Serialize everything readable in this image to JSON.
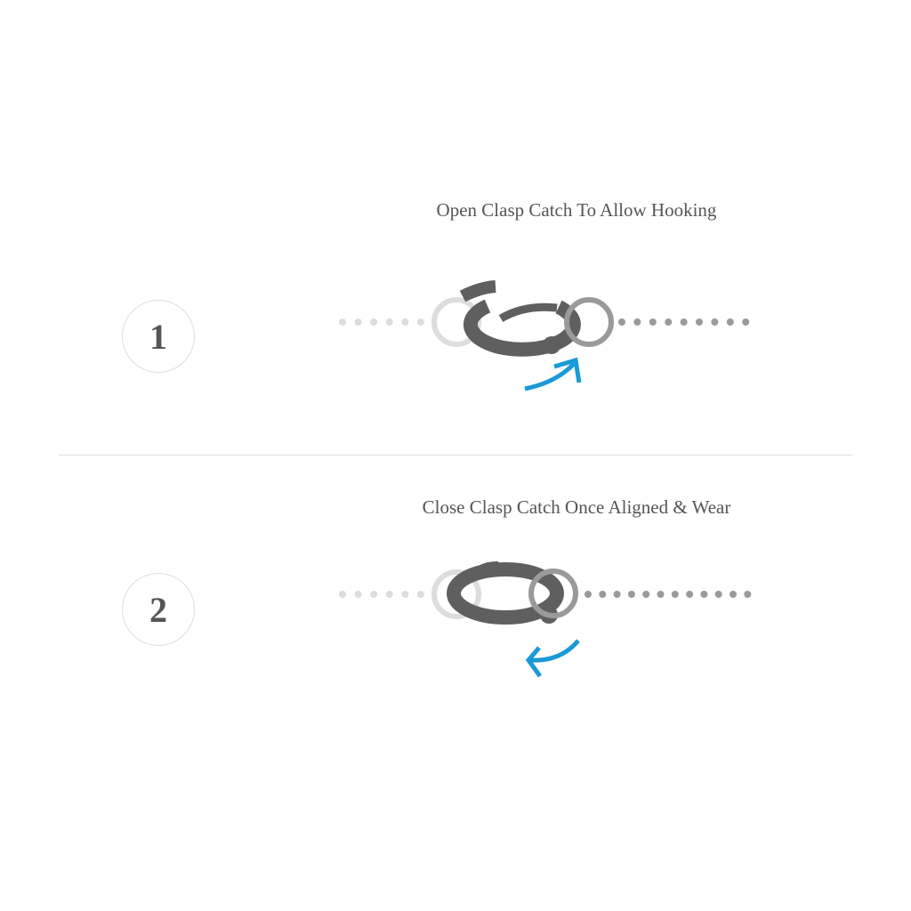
{
  "steps": [
    {
      "number": "1",
      "caption": "Open Clasp Catch To Allow Hooking",
      "state": "open"
    },
    {
      "number": "2",
      "caption": "Close Clasp Catch Once Aligned & Wear",
      "state": "closed"
    }
  ],
  "colors": {
    "text": "#555555",
    "clasp": "#5f5f5f",
    "ring_left": "#dddddd",
    "ring_right": "#9a9a9a",
    "arrow": "#1a9ad6"
  }
}
